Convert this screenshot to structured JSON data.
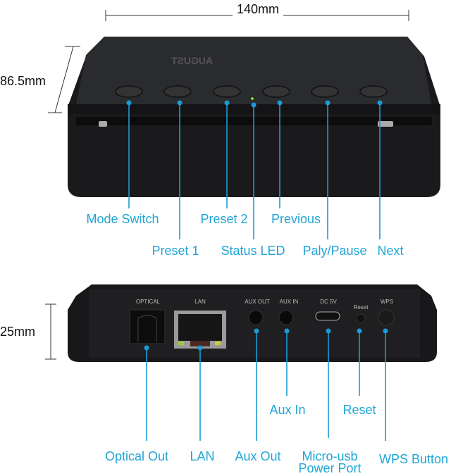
{
  "dimensions": {
    "width": "140mm",
    "depth": "86.5mm",
    "height": "25mm"
  },
  "logo": "AUGUST",
  "top_view": {
    "callouts": [
      "Mode Switch",
      "Preset 1",
      "Preset 2",
      "Status LED",
      "Previous",
      "Paly/Pause",
      "Next"
    ]
  },
  "rear_view": {
    "port_labels": [
      "OPTICAL",
      "LAN",
      "AUX OUT",
      "AUX IN",
      "DC 5V",
      "Reset",
      "WPS"
    ],
    "callouts": [
      "Optical Out",
      "LAN",
      "Aux Out",
      "Aux In",
      "Micro-usb",
      "Power Port",
      "Reset",
      "WPS Button"
    ]
  },
  "colors": {
    "callout": "#1b9ad6",
    "device": "#1c1c1e"
  }
}
